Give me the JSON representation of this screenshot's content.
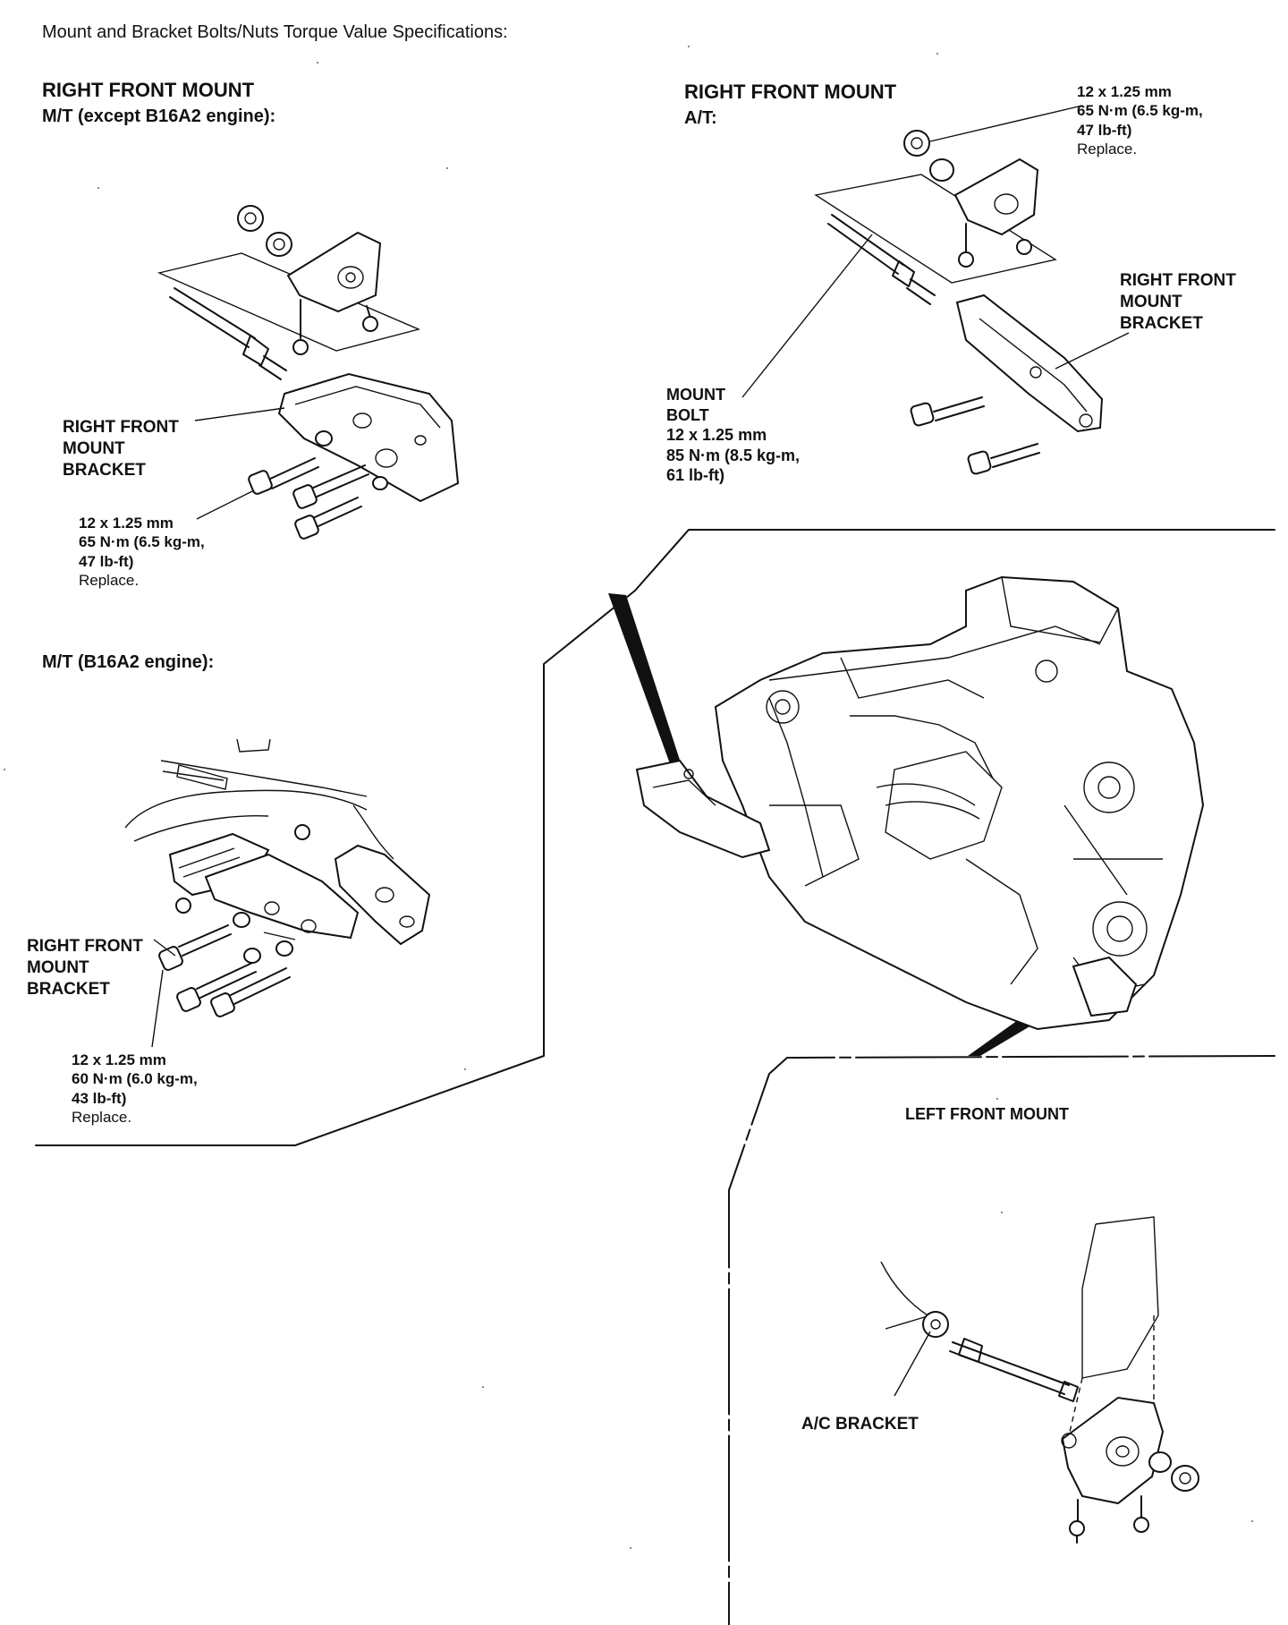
{
  "page_heading": "Mount and Bracket Bolts/Nuts Torque Value Specifications:",
  "rfm_mt": {
    "title": "RIGHT FRONT MOUNT",
    "subtitle": "M/T (except B16A2 engine):",
    "bracket_label": [
      "RIGHT FRONT",
      "MOUNT",
      "BRACKET"
    ],
    "spec": [
      "12 x 1.25 mm",
      "65 N·m (6.5 kg-m,",
      "47 lb-ft)",
      "Replace."
    ]
  },
  "rfm_at": {
    "title": "RIGHT FRONT MOUNT",
    "subtitle": "A/T:",
    "nut_spec": [
      "12 x 1.25 mm",
      "65 N·m (6.5 kg-m,",
      "47 lb-ft)",
      "Replace."
    ],
    "bracket_label": [
      "RIGHT FRONT",
      "MOUNT",
      "BRACKET"
    ],
    "bolt_spec": [
      "MOUNT",
      "BOLT",
      "12 x 1.25 mm",
      "85 N·m (8.5 kg-m,",
      "61 lb-ft)"
    ]
  },
  "rfm_b16": {
    "subtitle": "M/T (B16A2 engine):",
    "bracket_label": [
      "RIGHT FRONT",
      "MOUNT",
      "BRACKET"
    ],
    "spec": [
      "12 x 1.25 mm",
      "60 N·m (6.0 kg-m,",
      "43 lb-ft)",
      "Replace."
    ]
  },
  "lfm": {
    "title": "LEFT FRONT MOUNT",
    "ac_bracket_label": "A/C BRACKET"
  }
}
